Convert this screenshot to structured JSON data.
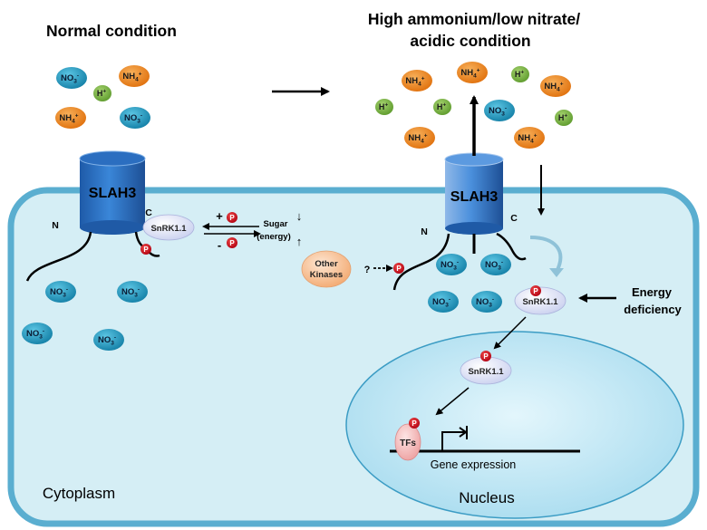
{
  "titles": {
    "left": "Normal condition",
    "right_line1": "High ammonium/low nitrate/",
    "right_line2": "acidic condition"
  },
  "compartments": {
    "cytoplasm": "Cytoplasm",
    "nucleus": "Nucleus"
  },
  "proteins": {
    "channel": "SLAH3",
    "kinase": "SnRK1.1",
    "other_kinases_line1": "Other",
    "other_kinases_line2": "Kinases",
    "tfs": "TFs"
  },
  "ions": {
    "nitrate": "NO",
    "ammonium": "NH",
    "proton": "H",
    "nitrate_sub": "3",
    "nitrate_sup": "-",
    "ammonium_sub": "4",
    "ammonium_sup": "+",
    "proton_sup": "+"
  },
  "labels": {
    "n_terminus": "N",
    "c_terminus": "C",
    "phospho": "P",
    "plus": "+",
    "minus": "-",
    "sugar_line1": "Sugar",
    "sugar_line2": "(energy)",
    "down_arrow": "↓",
    "up_arrow": "↑",
    "question": "?",
    "energy_line1": "Energy",
    "energy_line2": "deficiency",
    "gene_expression": "Gene expression"
  },
  "colors": {
    "nitrate": "#1e9bc0",
    "ammonium": "#f08a1d",
    "proton": "#73ad3c",
    "channel": "#2a6fc2",
    "cell_fill": "#d5eef5",
    "cell_border": "#5aaed0",
    "nucleus_fill": "#b9e6f5",
    "phospho": "#d0101a",
    "kinase_fill": "#dfe3f7",
    "other_kinase_fill": "#f8c9a3",
    "tf_fill": "#f5b7b7"
  }
}
